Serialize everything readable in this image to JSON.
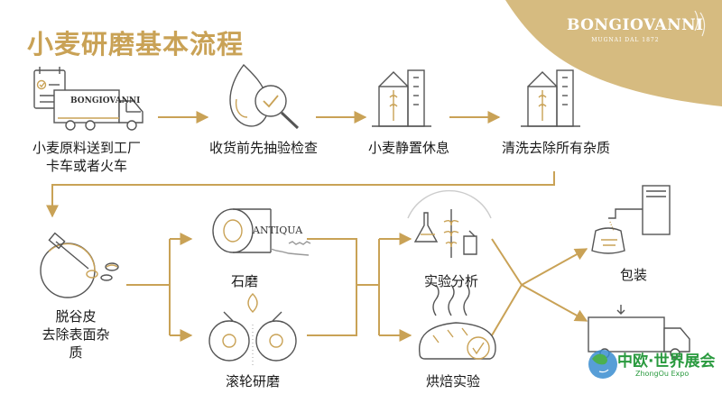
{
  "title": "小麦研磨基本流程",
  "brand": {
    "name": "BONGIOVANNI",
    "tagline": "MUGNAI DAL 1872"
  },
  "colors": {
    "accent": "#c9a256",
    "text": "#1a1a1a",
    "watermark": "#2a9a3f"
  },
  "steps": {
    "delivery": {
      "line1": "小麦原料送到工厂",
      "line2": "卡车或者火车",
      "icon": "truck-with-checklist-icon",
      "truck_label": "BONGIOVANNI"
    },
    "sampling": {
      "label": "收货前先抽验检查",
      "icon": "magnifier-inspection-icon"
    },
    "resting": {
      "label": "小麦静置休息",
      "icon": "grain-silo-icon"
    },
    "cleaning": {
      "label": "清洗去除所有杂质",
      "icon": "grain-silo-icon"
    },
    "debranning": {
      "line1": "脱谷皮",
      "line2": "去除表面杂",
      "line3": "质",
      "icon": "debranning-roller-icon"
    },
    "stone_mill": {
      "label": "石磨",
      "icon": "millstone-icon",
      "stone_text": "ANTIQUA"
    },
    "roller_mill": {
      "label": "滚轮研磨",
      "icon": "roller-mill-icon"
    },
    "lab": {
      "label": "实验分析",
      "icon": "lab-analysis-icon"
    },
    "baking": {
      "label": "烘焙实验",
      "icon": "bread-baking-icon"
    },
    "packing": {
      "label": "包装",
      "icon": "flour-bag-packing-icon"
    },
    "shipping": {
      "icon": "delivery-truck-icon"
    }
  },
  "watermark": {
    "text": "中欧·世界展会",
    "sub": "ZhongOu Expo"
  }
}
